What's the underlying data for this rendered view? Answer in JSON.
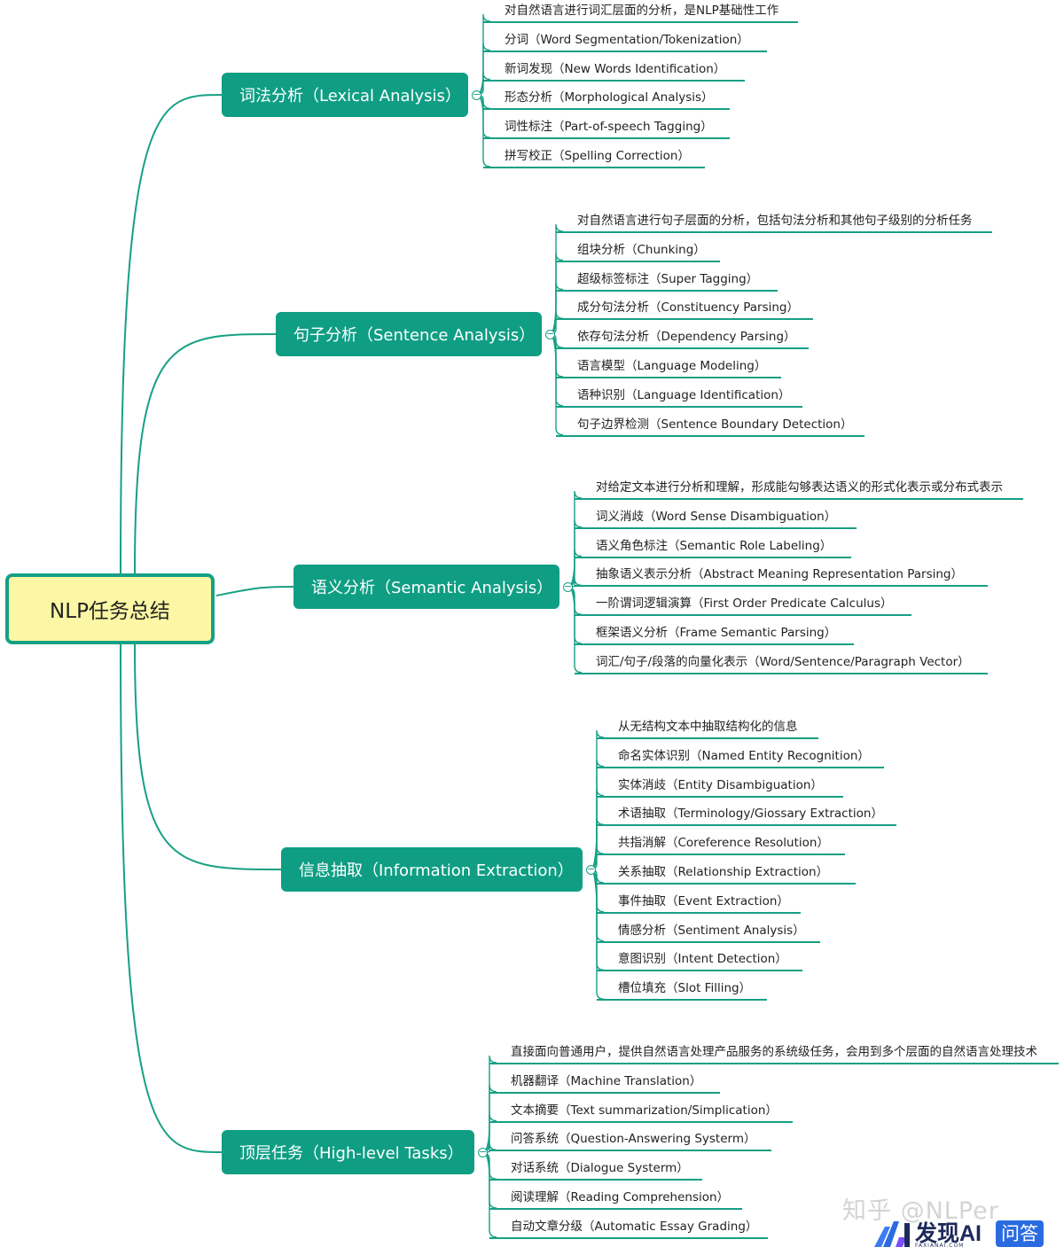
{
  "root": {
    "label": "NLP任务总结"
  },
  "branches": [
    {
      "label": "词法分析（Lexical Analysis）",
      "items": [
        "对自然语言进行词汇层面的分析，是NLP基础性工作",
        "分词（Word Segmentation/Tokenization）",
        "新词发现（New Words Identification）",
        "形态分析（Morphological Analysis）",
        "词性标注（Part-of-speech Tagging）",
        "拼写校正（Spelling Correction）"
      ]
    },
    {
      "label": "句子分析（Sentence Analysis）",
      "items": [
        "对自然语言进行句子层面的分析，包括句法分析和其他句子级别的分析任务",
        "组块分析（Chunking）",
        "超级标签标注（Super Tagging）",
        "成分句法分析（Constituency Parsing）",
        "依存句法分析（Dependency Parsing）",
        "语言模型（Language Modeling）",
        "语种识别（Language Identification）",
        "句子边界检测（Sentence Boundary Detection）"
      ]
    },
    {
      "label": "语义分析（Semantic Analysis）",
      "items": [
        "对给定文本进行分析和理解，形成能勾够表达语义的形式化表示或分布式表示",
        "词义消歧（Word Sense Disambiguation）",
        "语义角色标注（Semantic Role Labeling）",
        "抽象语义表示分析（Abstract Meaning Representation Parsing）",
        "一阶谓词逻辑演算（First Order Predicate Calculus）",
        "框架语义分析（Frame Semantic Parsing）",
        "词汇/句子/段落的向量化表示（Word/Sentence/Paragraph Vector）"
      ]
    },
    {
      "label": "信息抽取（Information Extraction）",
      "items": [
        "从无结构文本中抽取结构化的信息",
        "命名实体识别（Named Entity Recognition）",
        "实体消歧（Entity Disambiguation）",
        "术语抽取（Terminology/Giossary Extraction）",
        "共指消解（Coreference Resolution）",
        "关系抽取（Relationship Extraction）",
        "事件抽取（Event Extraction）",
        "情感分析（Sentiment Analysis）",
        "意图识别（Intent Detection）",
        "槽位填充（Slot Filling）"
      ]
    },
    {
      "label": "顶层任务（High-level Tasks）",
      "items": [
        "直接面向普通用户，提供自然语言处理产品服务的系统级任务，会用到多个层面的自然语言处理技术",
        "机器翻译（Machine Translation）",
        "文本摘要（Text summarization/Simplication）",
        "问答系统（Question-Answering Systerm）",
        "对话系统（Dialogue Systerm）",
        "阅读理解（Reading Comprehension）",
        "自动文章分级（Automatic Essay Grading）"
      ]
    }
  ],
  "collapse_symbol": "−",
  "watermark": "知乎 @NLPer",
  "logo": {
    "text": "发现AI",
    "sub": "FAXIANAI.COM",
    "badge": "问答"
  },
  "colors": {
    "accent": "#16a085",
    "branch_fill": "#0f9e84",
    "root_fill": "#fbf7a4",
    "logo_blue": "#2b6be0"
  }
}
